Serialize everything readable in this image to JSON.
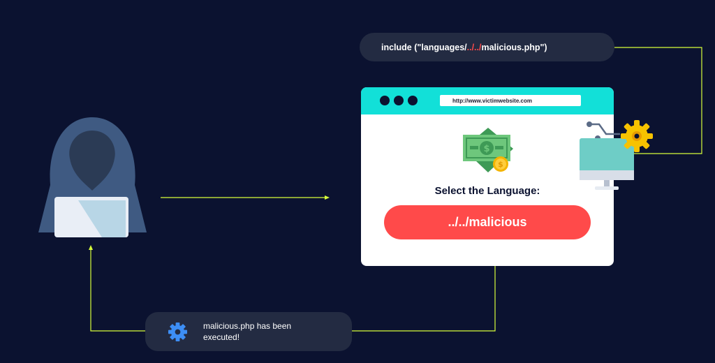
{
  "include_code": {
    "prefix": "include (\"languages/",
    "traversal": "../../",
    "suffix": "malicious.php\")"
  },
  "browser": {
    "url": "http://www.victimwebsite.com",
    "prompt": "Select the Language:",
    "field_value": "../../malicious"
  },
  "result_message": "malicious.php has been executed!",
  "colors": {
    "background": "#0b1230",
    "connector": "#d8ff3a",
    "accent_red": "#ff4a4a",
    "browser_bar": "#12e0d8",
    "pill": "#232b42"
  },
  "icons": [
    "hacker-icon",
    "money-icon",
    "server-icon",
    "gear-icon"
  ]
}
